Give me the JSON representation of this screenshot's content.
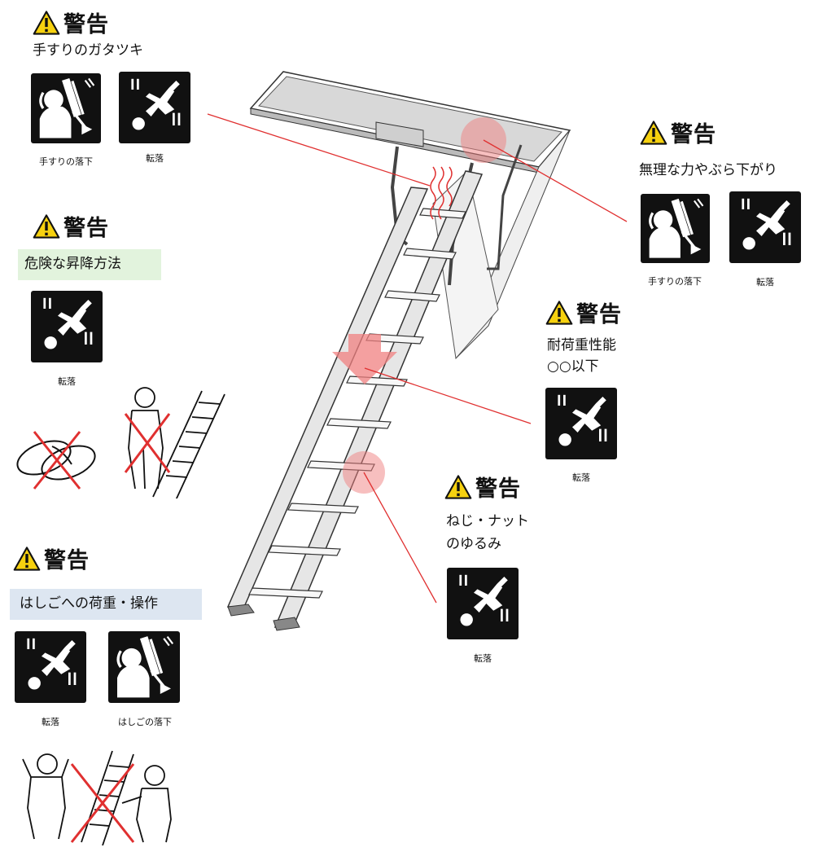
{
  "warning_word": "警告",
  "labels": {
    "handrail_drop": "手すりの落下",
    "fall": "転落",
    "ladder_drop": "はしごの落下"
  },
  "warnings": [
    {
      "id": "handrail-rattle",
      "caption": "手すりのガタツキ"
    },
    {
      "id": "dangerous-climbing",
      "caption": "危険な昇降方法"
    },
    {
      "id": "ladder-load",
      "caption": "はしごへの荷重・操作"
    },
    {
      "id": "forced-hanging",
      "caption": "無理な力やぶら下がり"
    },
    {
      "id": "load-capacity",
      "caption_line1": "耐荷重性能",
      "caption_line2": "○○以下"
    },
    {
      "id": "loose-bolts",
      "caption_line1": "ねじ・ナット",
      "caption_line2": "のゆるみ"
    }
  ],
  "colors": {
    "leader": "#e03030",
    "highlight": "#f08080",
    "green_box": "#e2f3dd",
    "blue_box": "#dde6f1",
    "icon_bg": "#111111"
  },
  "icons": [
    "warning-triangle-icon",
    "handrail-drop-icon",
    "fall-icon",
    "ladder-drop-icon",
    "slipper-icon",
    "man-icon"
  ]
}
